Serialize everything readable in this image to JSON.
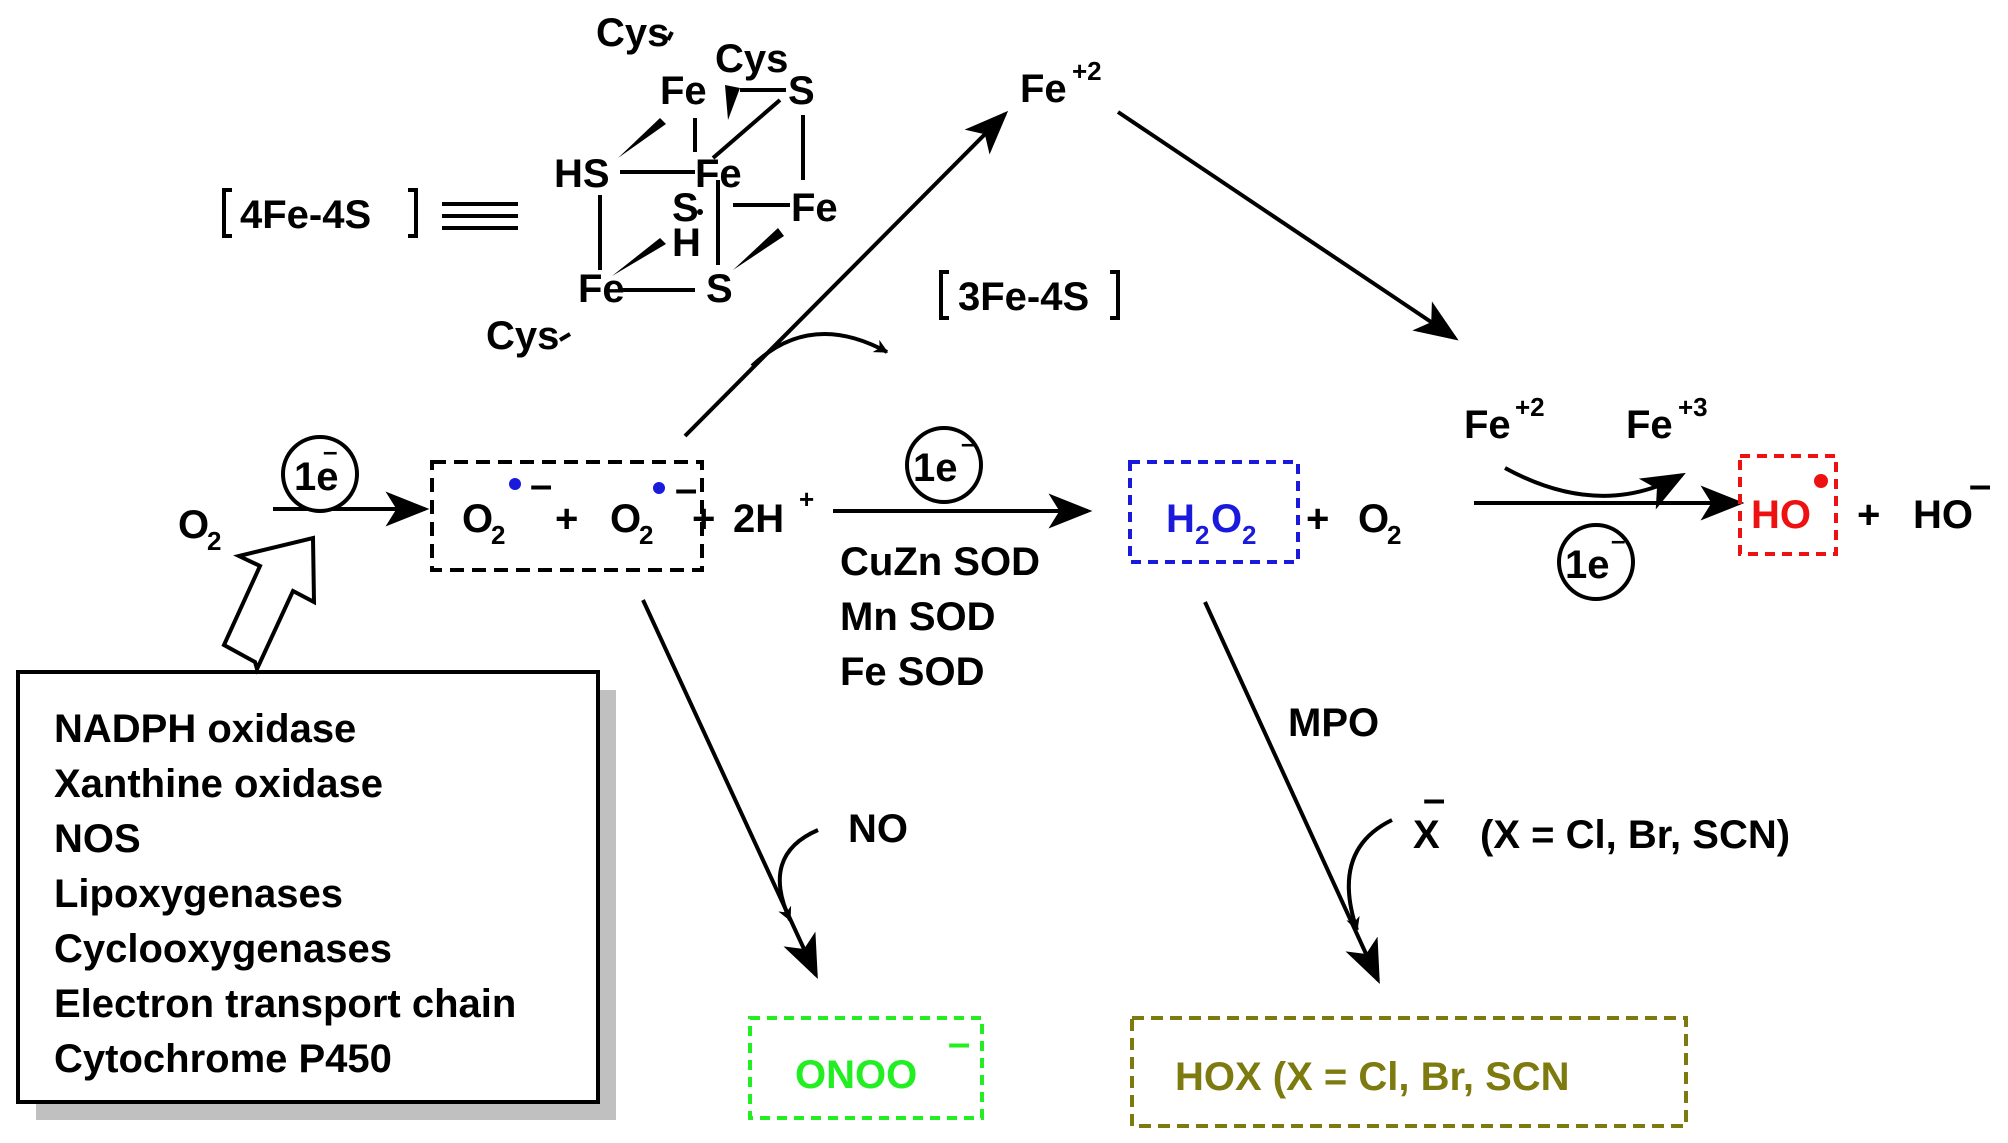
{
  "colors": {
    "radical_dot": "#1a1adc",
    "h2o2": "#1a1adc",
    "hydroxyl": "#ee1111",
    "peroxynitrite": "#22ee22",
    "hox": "#7d7a0f",
    "shadow": "#c0c0c0",
    "ink": "#000000"
  },
  "sources": {
    "items": [
      "NADPH oxidase",
      "Xanthine oxidase",
      "NOS",
      "Lipoxygenases",
      "Cyclooxygenases",
      "Electron transport chain",
      "Cytochrome P450"
    ]
  },
  "cluster": {
    "label": "4Fe-4S",
    "equiv": "≡",
    "atoms": {
      "cys_top": "Cys",
      "cys_top2": "Cys",
      "cys_bottom": "Cys",
      "fe_top": "Fe",
      "s_top": "S",
      "hs": "HS",
      "fe_mid": "Fe",
      "s_mid": "S",
      "fe_right": "Fe",
      "h": "H",
      "fe_bottom": "Fe",
      "s_bottom": "S"
    },
    "degraded_label": "3Fe-4S"
  },
  "reaction": {
    "o2": "O",
    "o2_sub": "2",
    "electron": "1e",
    "electron_bar": "–",
    "superoxide_a": "O",
    "superoxide_a_sub": "2",
    "superoxide_a_charge": "–",
    "plus1": "+",
    "superoxide_b": "O",
    "superoxide_b_sub": "2",
    "superoxide_b_charge": "–",
    "plus2": "+",
    "protons": "2H",
    "protons_charge": "+",
    "sod_electron": "1e",
    "sod_electron_charge": "–",
    "enzymes": [
      "CuZn SOD",
      "Mn SOD",
      "Fe SOD"
    ],
    "h2o2_h": "H",
    "h2o2_sub1": "2",
    "h2o2_o": "O",
    "h2o2_sub2": "2",
    "plus3": "+",
    "o2_product": "O",
    "o2_product_sub": "2",
    "fe2_top": "Fe",
    "fe2_top_charge": "+2",
    "fenton_fe2": "Fe",
    "fenton_fe2_charge": "+2",
    "fenton_fe3": "Fe",
    "fenton_fe3_charge": "+3",
    "fenton_electron": "1e",
    "fenton_electron_charge": "–",
    "hydroxyl_radical": "HO",
    "plus4": "+",
    "hydroxide": "HO",
    "hydroxide_charge": "–",
    "no": "NO",
    "peroxynitrite": "ONOO",
    "peroxynitrite_charge": "–",
    "mpo": "MPO",
    "halide": "X",
    "halide_charge": "–",
    "halide_note": "(X = Cl, Br, SCN)",
    "hox": "HOX (X = Cl, Br, SCN"
  }
}
